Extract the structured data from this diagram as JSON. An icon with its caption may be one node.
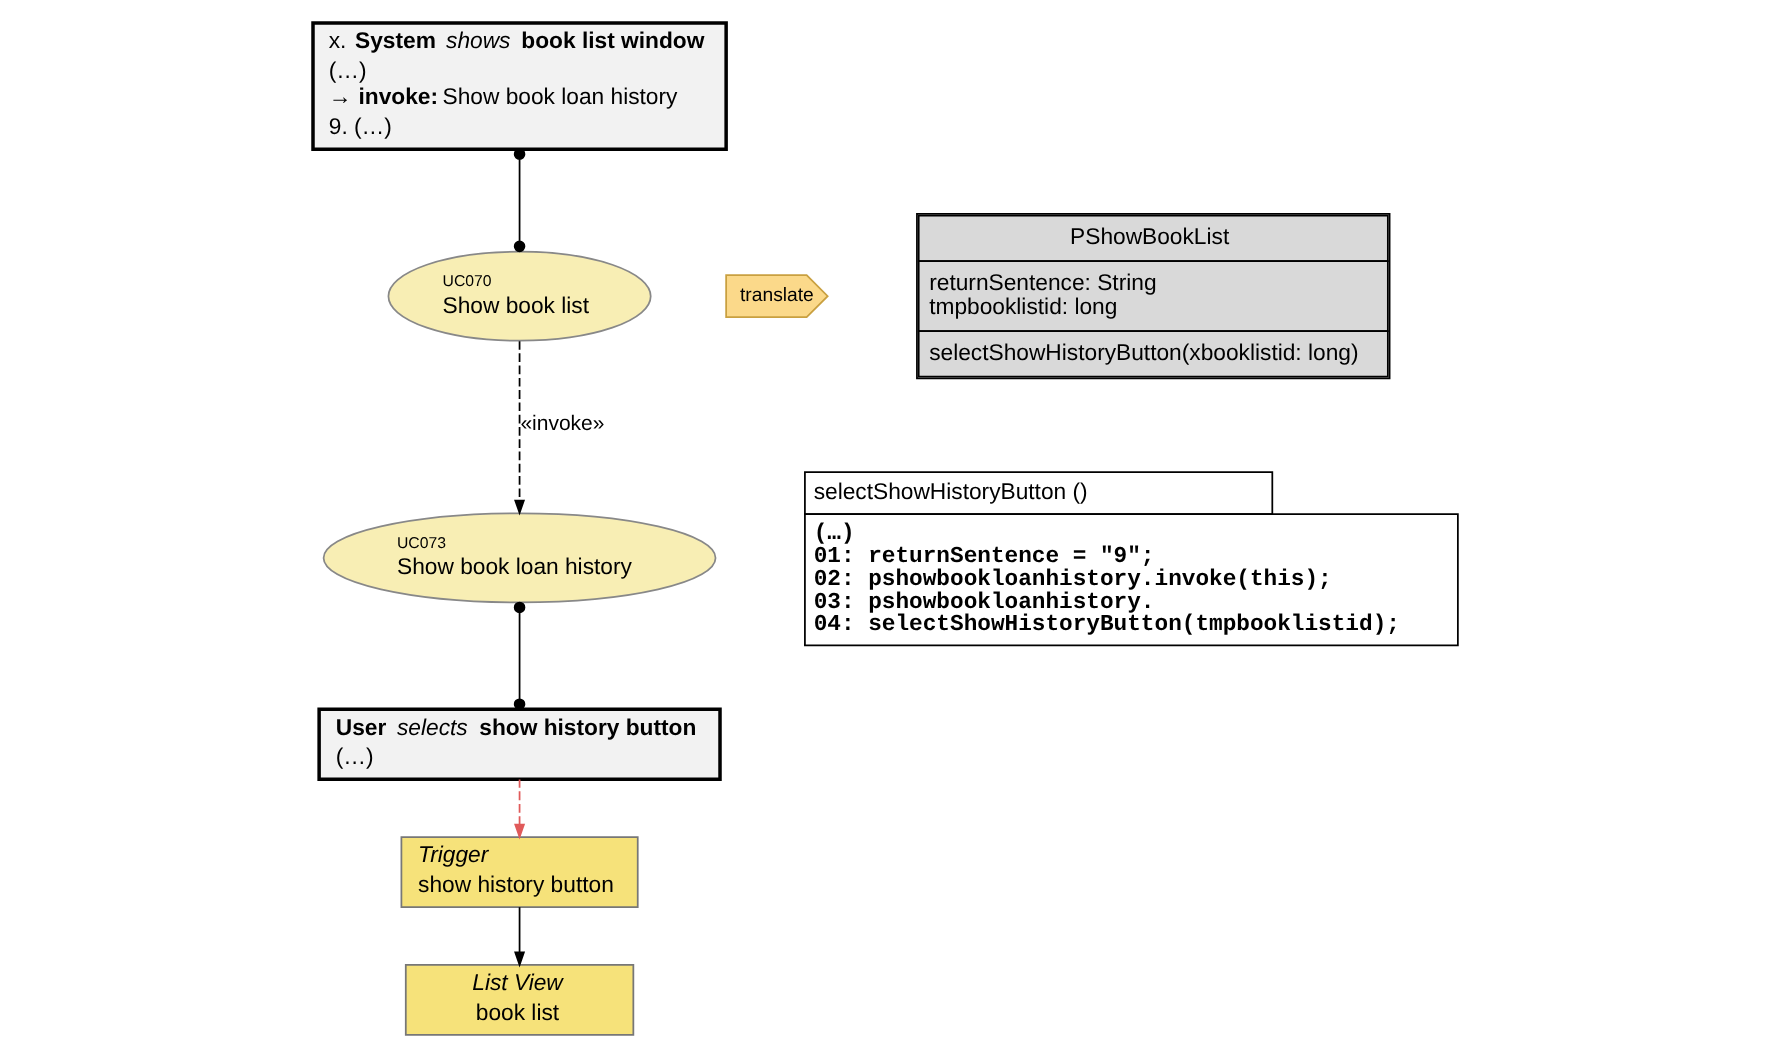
{
  "diagram": {
    "nodes": [
      {
        "text": [
          "x. **System** *shows* **book list window**",
          "(…)",
          "→ **invoke:** Show book loan history",
          "9. (…)"
        ]
      },
      {
        "text": [
          "UC070",
          "Show book list"
        ]
      },
      {
        "text": [
          "UC073",
          "Show book loan history"
        ]
      },
      {
        "text": [
          "**User** *selects* **show history button**",
          "(…)"
        ]
      },
      {
        "text": [
          "Trigger",
          "show history button"
        ]
      },
      {
        "text": [
          "List View",
          "book list"
        ]
      },
      {
        "text": [
          "translate"
        ]
      },
      {
        "text": [
          "PShowBookList",
          "returnSentence: String",
          "tmpbooklistid: long",
          "selectShowHistoryButton(xbooklistid: long)"
        ]
      },
      {
        "text": [
          "selectShowHistoryButton ()",
          "(…)",
          "01: returnSentence = \"9\";",
          "02: pshowbookloanhistory.invoke(this);",
          "03: pshowbookloanhistory.",
          "04: selectShowHistoryButton(tmpbooklistid);"
        ]
      }
    ],
    "edges": [
      {
        "from": 0,
        "to": 1,
        "arrow": "other"
      },
      {
        "from": 1,
        "to": 2,
        "arrow": "to",
        "label": "«invoke»",
        "style": "dashed"
      },
      {
        "from": 2,
        "to": 3,
        "arrow": "other"
      },
      {
        "from": 3,
        "to": 4,
        "arrow": "to",
        "style": "dashed",
        "color": "#e05a5a"
      },
      {
        "from": 4,
        "to": 5,
        "arrow": "to"
      }
    ]
  }
}
